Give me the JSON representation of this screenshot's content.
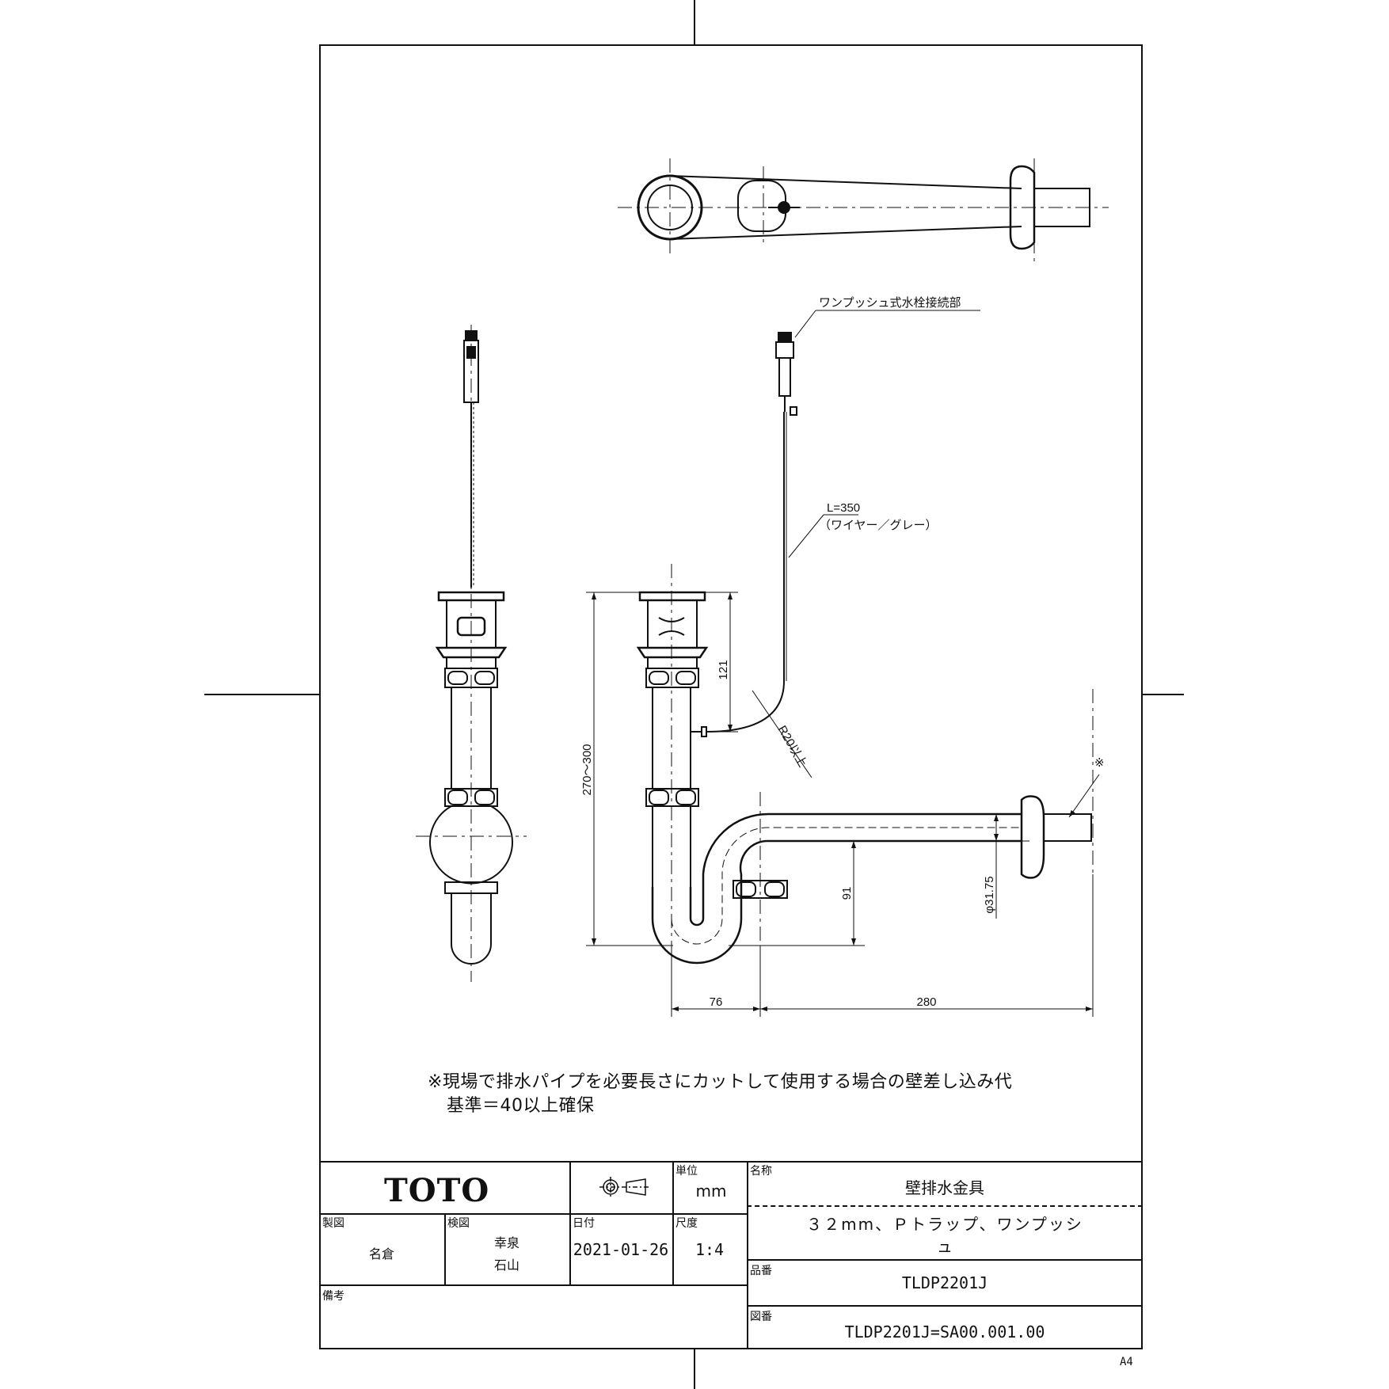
{
  "annotations": {
    "connector_label": "ワンプッシュ式水栓接続部",
    "wire_length": "L=350",
    "wire_spec": "（ワイヤー／グレー）",
    "dim_121": "121",
    "dim_270_300": "270～300",
    "dim_r20": "R20以上",
    "dim_91": "91",
    "dim_diameter": "φ31.75",
    "dim_76": "76",
    "dim_280": "280",
    "asterisk": "※"
  },
  "note": {
    "line1": "※現場で排水パイプを必要長さにカットして使用する場合の壁差し込み代",
    "line2": "基準＝40以上確保"
  },
  "title_block": {
    "company": "TOTO",
    "unit_label": "単位",
    "unit_value": "mm",
    "name_label": "名称",
    "name_value": "壁排水金具",
    "description_line1": "３２mm、Ｐトラップ、ワンプッシ",
    "description_line2": "ュ",
    "drawn_label": "製図",
    "drawn_value": "名倉",
    "checked_label": "検図",
    "checked_value1": "幸泉",
    "checked_value2": "石山",
    "date_label": "日付",
    "date_value": "2021-01-26",
    "scale_label": "尺度",
    "scale_value": "1:4",
    "part_no_label": "品番",
    "part_no_value": "TLDP2201J",
    "remarks_label": "備考",
    "drawing_no_label": "図番",
    "drawing_no_value": "TLDP2201J=SA00.001.00"
  },
  "sheet_size": "A4"
}
